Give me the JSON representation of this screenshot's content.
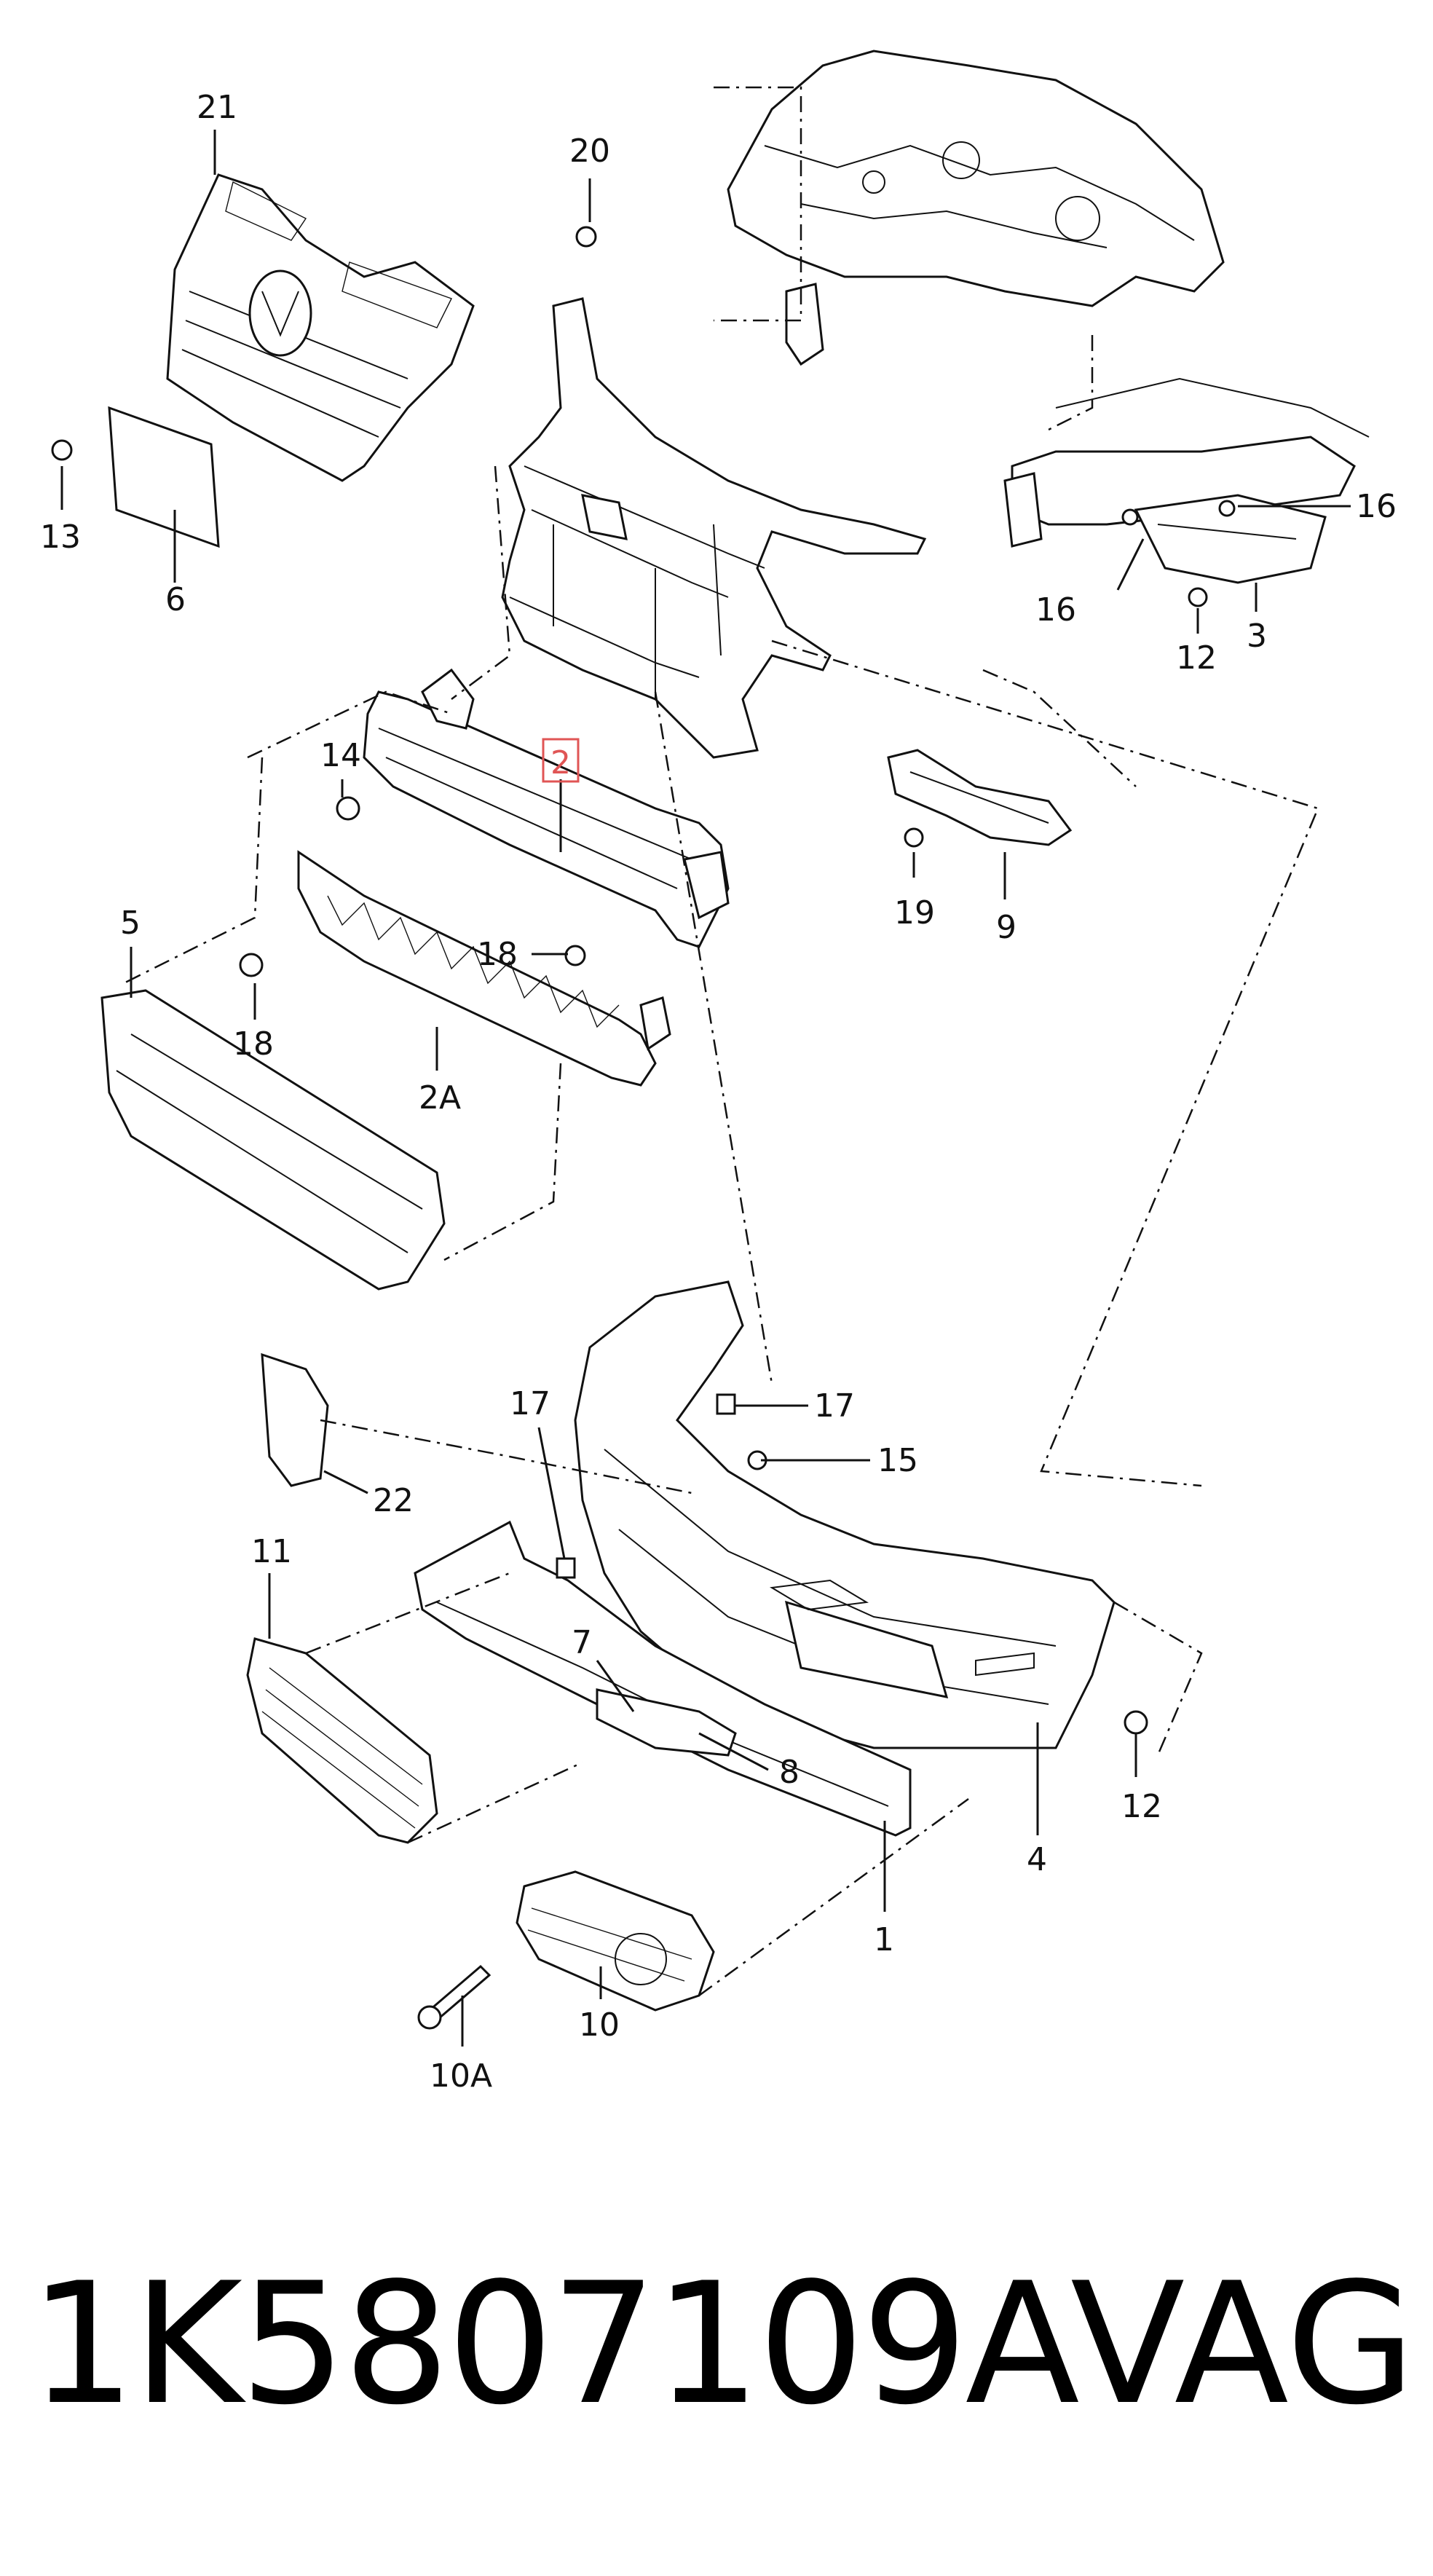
{
  "callouts": {
    "c1": "1",
    "c2": "2",
    "c2a": "2A",
    "c3": "3",
    "c4": "4",
    "c5": "5",
    "c6": "6",
    "c7": "7",
    "c8": "8",
    "c9": "9",
    "c10": "10",
    "c10a": "10A",
    "c11": "11",
    "c12a": "12",
    "c12b": "12",
    "c13": "13",
    "c14": "14",
    "c15": "15",
    "c16a": "16",
    "c16b": "16",
    "c17a": "17",
    "c17b": "17",
    "c18a": "18",
    "c18b": "18",
    "c19": "19",
    "c20": "20",
    "c21": "21",
    "c22": "22"
  },
  "highlight": {
    "callout": "2",
    "color": "#e05555"
  },
  "footer": {
    "part_number": "1K5807109A",
    "brand": "VAG"
  }
}
